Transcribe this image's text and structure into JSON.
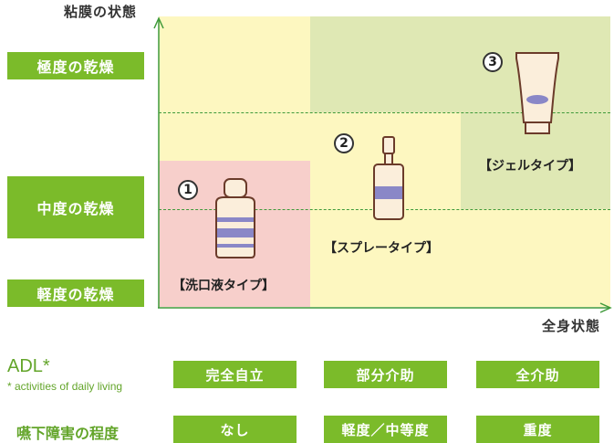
{
  "axes": {
    "y_label": "粘膜の状態",
    "x_label": "全身状態"
  },
  "dryness_levels": [
    {
      "label": "極度の乾燥"
    },
    {
      "label": "中度の乾燥"
    },
    {
      "label": "軽度の乾燥"
    }
  ],
  "products": [
    {
      "number": "1",
      "label": "【洗口液タイプ】",
      "icon": "bottle-icon"
    },
    {
      "number": "2",
      "label": "【スプレータイプ】",
      "icon": "spray-bottle-icon"
    },
    {
      "number": "3",
      "label": "【ジェルタイプ】",
      "icon": "gel-tube-icon"
    }
  ],
  "adl": {
    "title": "ADL*",
    "note": "* activities of daily living",
    "values": [
      "完全自立",
      "部分介助",
      "全介助"
    ]
  },
  "swallowing": {
    "title": "嚥下障害の程度",
    "values": [
      "なし",
      "軽度／中等度",
      "重度"
    ]
  },
  "colors": {
    "accent_green": "#7bbb2a",
    "axis_green": "#3f9a3a",
    "zone_yellow": "#fdf7c0",
    "zone_pink": "#f7cfcb",
    "zone_green": "#dfe8b4"
  }
}
